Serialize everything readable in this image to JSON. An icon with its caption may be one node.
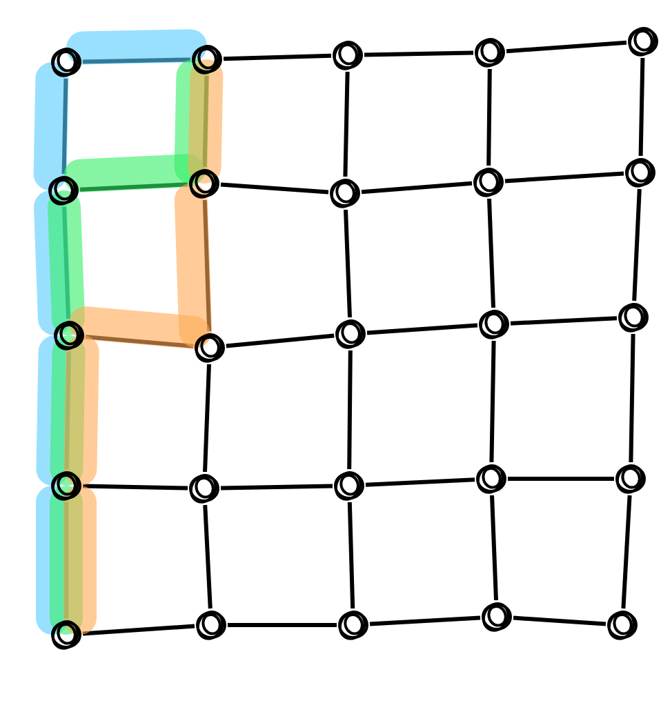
{
  "diagram": {
    "nodes": [
      {
        "text": [],
        "shape": "circle"
      },
      {
        "text": [],
        "shape": "circle"
      },
      {
        "text": [],
        "shape": "circle"
      },
      {
        "text": [],
        "shape": "circle"
      },
      {
        "text": [],
        "shape": "circle"
      },
      {
        "text": [],
        "shape": "circle"
      },
      {
        "text": [],
        "shape": "circle"
      },
      {
        "text": [],
        "shape": "circle"
      },
      {
        "text": [],
        "shape": "circle"
      },
      {
        "text": [],
        "shape": "circle"
      },
      {
        "text": [],
        "shape": "circle"
      },
      {
        "text": [],
        "shape": "circle"
      },
      {
        "text": [],
        "shape": "circle"
      },
      {
        "text": [],
        "shape": "circle"
      },
      {
        "text": [],
        "shape": "circle"
      },
      {
        "text": [],
        "shape": "circle"
      },
      {
        "text": [],
        "shape": "circle"
      },
      {
        "text": [],
        "shape": "circle"
      },
      {
        "text": [],
        "shape": "circle"
      },
      {
        "text": [],
        "shape": "circle"
      },
      {
        "text": [],
        "shape": "circle"
      },
      {
        "text": [],
        "shape": "circle"
      },
      {
        "text": [],
        "shape": "circle"
      },
      {
        "text": [],
        "shape": "circle"
      },
      {
        "text": [],
        "shape": "circle"
      }
    ],
    "edges": [
      {
        "from": 0,
        "to": 1,
        "arrow": "none"
      },
      {
        "from": 1,
        "to": 2,
        "arrow": "none"
      },
      {
        "from": 2,
        "to": 3,
        "arrow": "none"
      },
      {
        "from": 3,
        "to": 4,
        "arrow": "none"
      },
      {
        "from": 5,
        "to": 6,
        "arrow": "none"
      },
      {
        "from": 6,
        "to": 7,
        "arrow": "none"
      },
      {
        "from": 7,
        "to": 8,
        "arrow": "none"
      },
      {
        "from": 8,
        "to": 9,
        "arrow": "none"
      },
      {
        "from": 10,
        "to": 11,
        "arrow": "none"
      },
      {
        "from": 11,
        "to": 12,
        "arrow": "none"
      },
      {
        "from": 12,
        "to": 13,
        "arrow": "none"
      },
      {
        "from": 13,
        "to": 14,
        "arrow": "none"
      },
      {
        "from": 15,
        "to": 16,
        "arrow": "none"
      },
      {
        "from": 16,
        "to": 17,
        "arrow": "none"
      },
      {
        "from": 17,
        "to": 18,
        "arrow": "none"
      },
      {
        "from": 18,
        "to": 19,
        "arrow": "none"
      },
      {
        "from": 20,
        "to": 21,
        "arrow": "none"
      },
      {
        "from": 21,
        "to": 22,
        "arrow": "none"
      },
      {
        "from": 22,
        "to": 23,
        "arrow": "none"
      },
      {
        "from": 23,
        "to": 24,
        "arrow": "none"
      },
      {
        "from": 0,
        "to": 5,
        "arrow": "none"
      },
      {
        "from": 5,
        "to": 10,
        "arrow": "none"
      },
      {
        "from": 10,
        "to": 15,
        "arrow": "none"
      },
      {
        "from": 15,
        "to": 20,
        "arrow": "none"
      },
      {
        "from": 1,
        "to": 6,
        "arrow": "none"
      },
      {
        "from": 6,
        "to": 11,
        "arrow": "none"
      },
      {
        "from": 11,
        "to": 16,
        "arrow": "none"
      },
      {
        "from": 16,
        "to": 21,
        "arrow": "none"
      },
      {
        "from": 2,
        "to": 7,
        "arrow": "none"
      },
      {
        "from": 7,
        "to": 12,
        "arrow": "none"
      },
      {
        "from": 12,
        "to": 17,
        "arrow": "none"
      },
      {
        "from": 17,
        "to": 22,
        "arrow": "none"
      },
      {
        "from": 3,
        "to": 8,
        "arrow": "none"
      },
      {
        "from": 8,
        "to": 13,
        "arrow": "none"
      },
      {
        "from": 13,
        "to": 18,
        "arrow": "none"
      },
      {
        "from": 18,
        "to": 23,
        "arrow": "none"
      },
      {
        "from": 4,
        "to": 9,
        "arrow": "none"
      },
      {
        "from": 9,
        "to": 14,
        "arrow": "none"
      },
      {
        "from": 14,
        "to": 19,
        "arrow": "none"
      },
      {
        "from": 19,
        "to": 24,
        "arrow": "none"
      },
      {
        "from": 0,
        "to": 1,
        "arrow": "none",
        "style": "thick",
        "color": "#55ccff"
      },
      {
        "from": 0,
        "to": 5,
        "arrow": "none",
        "style": "thick",
        "color": "#55ccff"
      },
      {
        "from": 5,
        "to": 10,
        "arrow": "none",
        "style": "thick",
        "color": "#55ccff"
      },
      {
        "from": 10,
        "to": 15,
        "arrow": "none",
        "style": "thick",
        "color": "#55ccff"
      },
      {
        "from": 15,
        "to": 20,
        "arrow": "none",
        "style": "thick",
        "color": "#55ccff"
      },
      {
        "from": 1,
        "to": 6,
        "arrow": "none",
        "style": "thick",
        "color": "#33ee66"
      },
      {
        "from": 6,
        "to": 5,
        "arrow": "none",
        "style": "thick",
        "color": "#33ee66"
      },
      {
        "from": 5,
        "to": 10,
        "arrow": "none",
        "style": "thick",
        "color": "#33ee66"
      },
      {
        "from": 10,
        "to": 15,
        "arrow": "none",
        "style": "thick",
        "color": "#33ee66"
      },
      {
        "from": 15,
        "to": 20,
        "arrow": "none",
        "style": "thick",
        "color": "#33ee66"
      },
      {
        "from": 1,
        "to": 6,
        "arrow": "none",
        "style": "thick",
        "color": "#ffaa55"
      },
      {
        "from": 6,
        "to": 11,
        "arrow": "none",
        "style": "thick",
        "color": "#ffaa55"
      },
      {
        "from": 11,
        "to": 10,
        "arrow": "none",
        "style": "thick",
        "color": "#ffaa55"
      },
      {
        "from": 10,
        "to": 15,
        "arrow": "none",
        "style": "thick",
        "color": "#ffaa55"
      },
      {
        "from": 15,
        "to": 20,
        "arrow": "none",
        "style": "thick",
        "color": "#ffaa55"
      }
    ]
  }
}
